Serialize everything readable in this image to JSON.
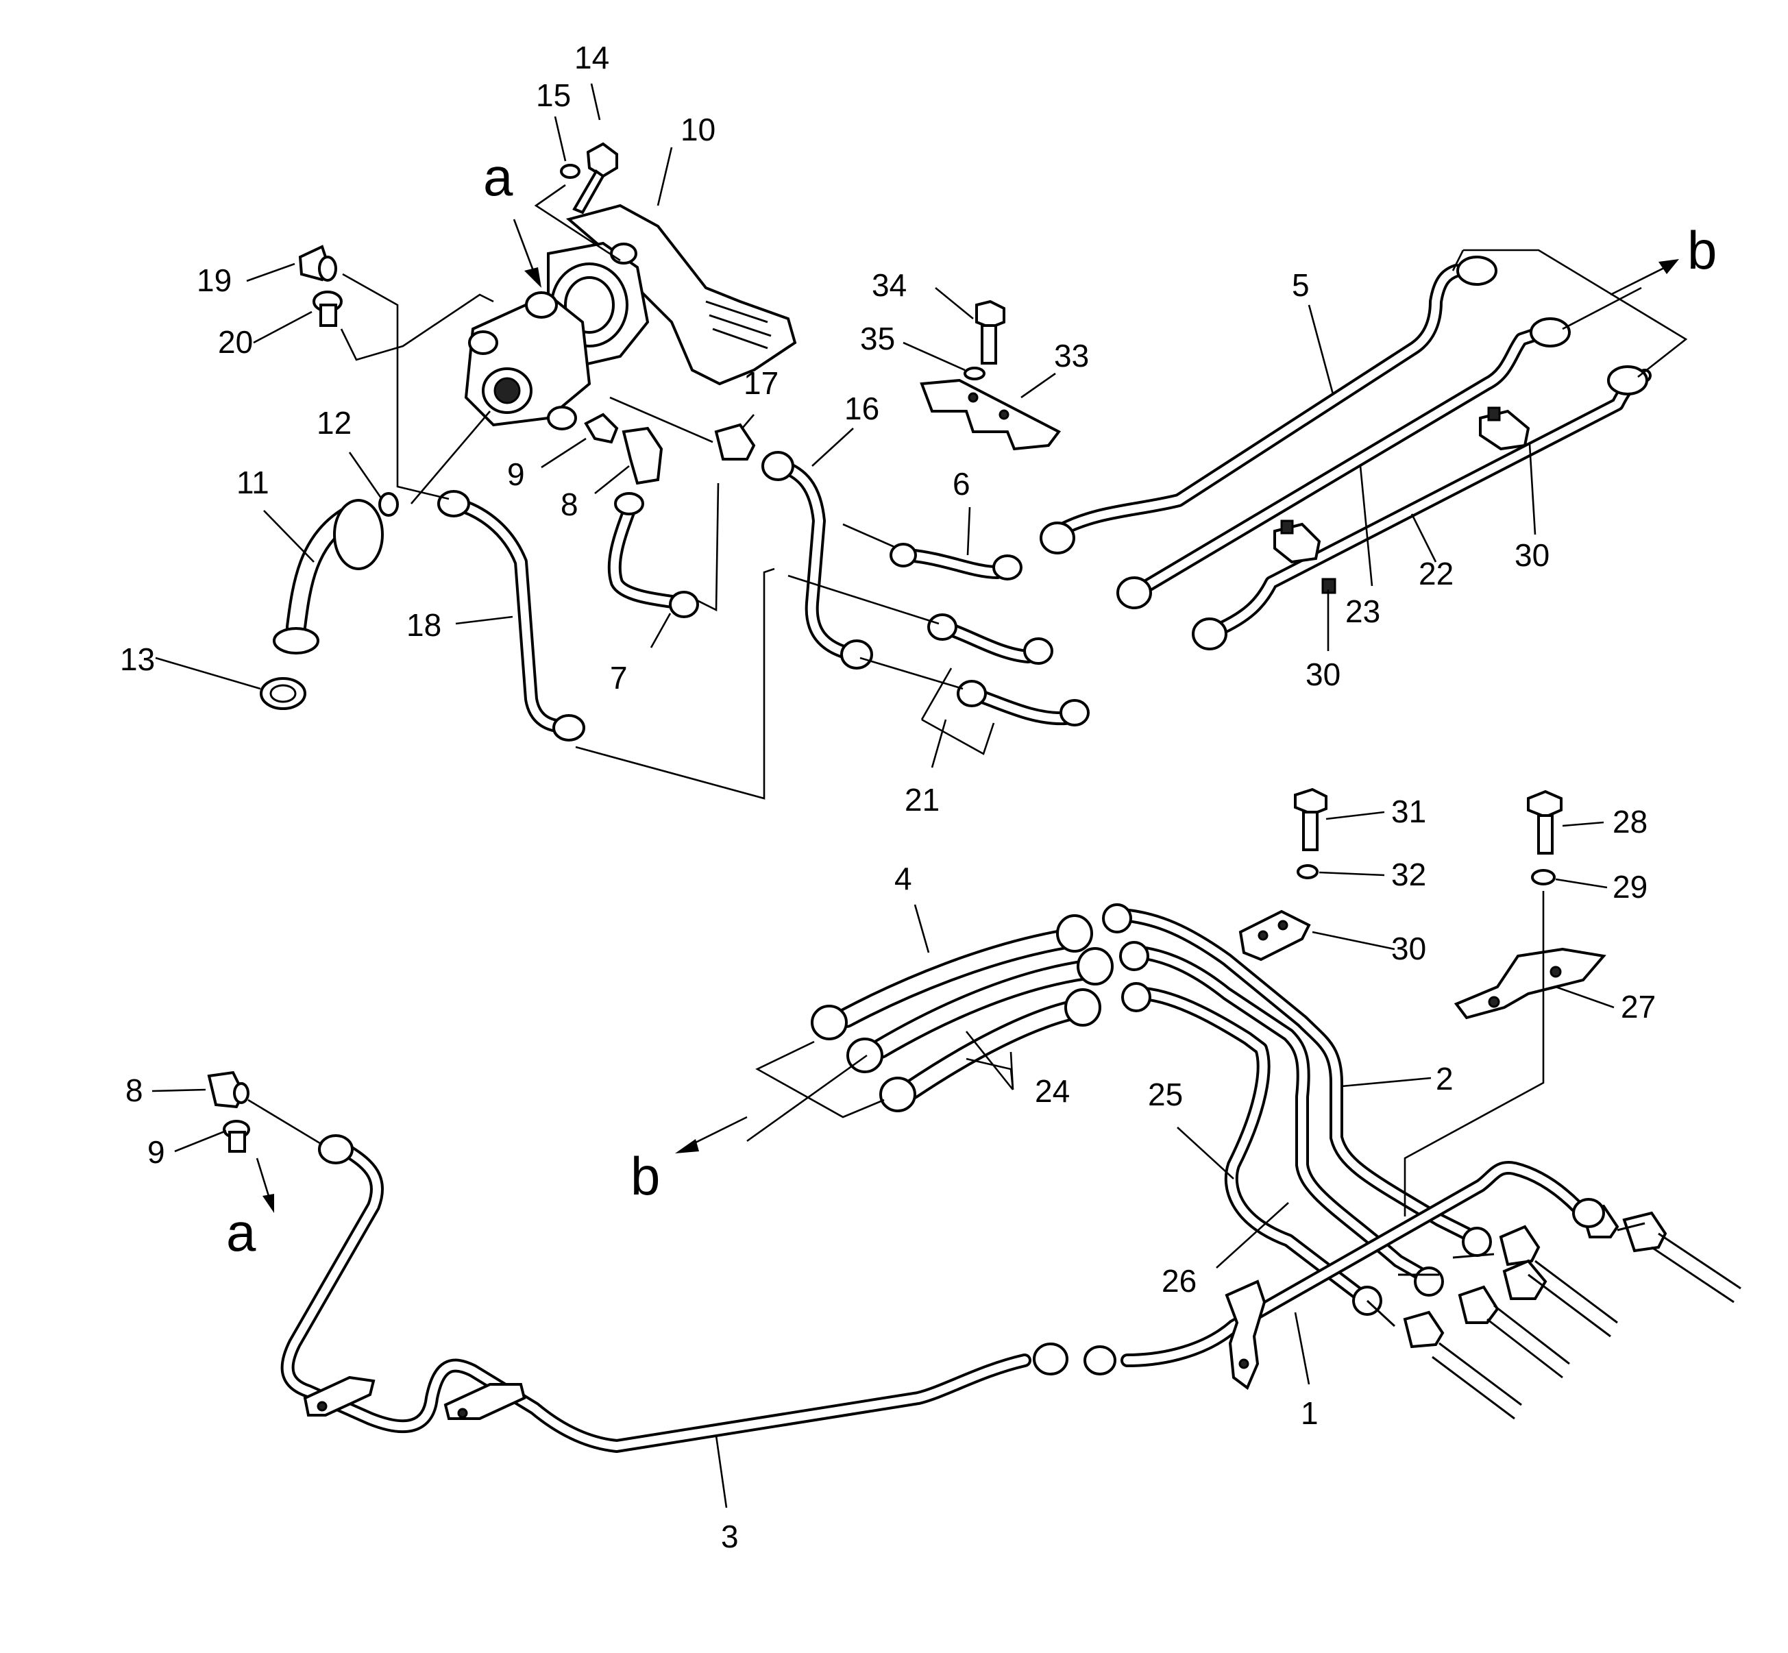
{
  "callouts": [
    {
      "id": "14",
      "text": "14"
    },
    {
      "id": "15",
      "text": "15"
    },
    {
      "id": "10",
      "text": "10"
    },
    {
      "id": "19",
      "text": "19"
    },
    {
      "id": "20",
      "text": "20"
    },
    {
      "id": "12",
      "text": "12"
    },
    {
      "id": "11",
      "text": "11"
    },
    {
      "id": "13",
      "text": "13"
    },
    {
      "id": "18",
      "text": "18"
    },
    {
      "id": "9a",
      "text": "9"
    },
    {
      "id": "8a",
      "text": "8"
    },
    {
      "id": "17",
      "text": "17"
    },
    {
      "id": "16",
      "text": "16"
    },
    {
      "id": "7",
      "text": "7"
    },
    {
      "id": "6",
      "text": "6"
    },
    {
      "id": "34",
      "text": "34"
    },
    {
      "id": "35",
      "text": "35"
    },
    {
      "id": "33",
      "text": "33"
    },
    {
      "id": "5",
      "text": "5"
    },
    {
      "id": "23",
      "text": "23"
    },
    {
      "id": "22",
      "text": "22"
    },
    {
      "id": "30a",
      "text": "30"
    },
    {
      "id": "30b",
      "text": "30"
    },
    {
      "id": "21",
      "text": "21"
    },
    {
      "id": "31",
      "text": "31"
    },
    {
      "id": "32",
      "text": "32"
    },
    {
      "id": "30c",
      "text": "30"
    },
    {
      "id": "28",
      "text": "28"
    },
    {
      "id": "29",
      "text": "29"
    },
    {
      "id": "27",
      "text": "27"
    },
    {
      "id": "4",
      "text": "4"
    },
    {
      "id": "2",
      "text": "2"
    },
    {
      "id": "24",
      "text": "24"
    },
    {
      "id": "25",
      "text": "25"
    },
    {
      "id": "26",
      "text": "26"
    },
    {
      "id": "1",
      "text": "1"
    },
    {
      "id": "3",
      "text": "3"
    },
    {
      "id": "8b",
      "text": "8"
    },
    {
      "id": "9b",
      "text": "9"
    }
  ],
  "letters": [
    {
      "id": "a_top",
      "text": "a"
    },
    {
      "id": "b_right",
      "text": "b"
    },
    {
      "id": "b_left",
      "text": "b"
    },
    {
      "id": "a_bottom",
      "text": "a"
    }
  ]
}
